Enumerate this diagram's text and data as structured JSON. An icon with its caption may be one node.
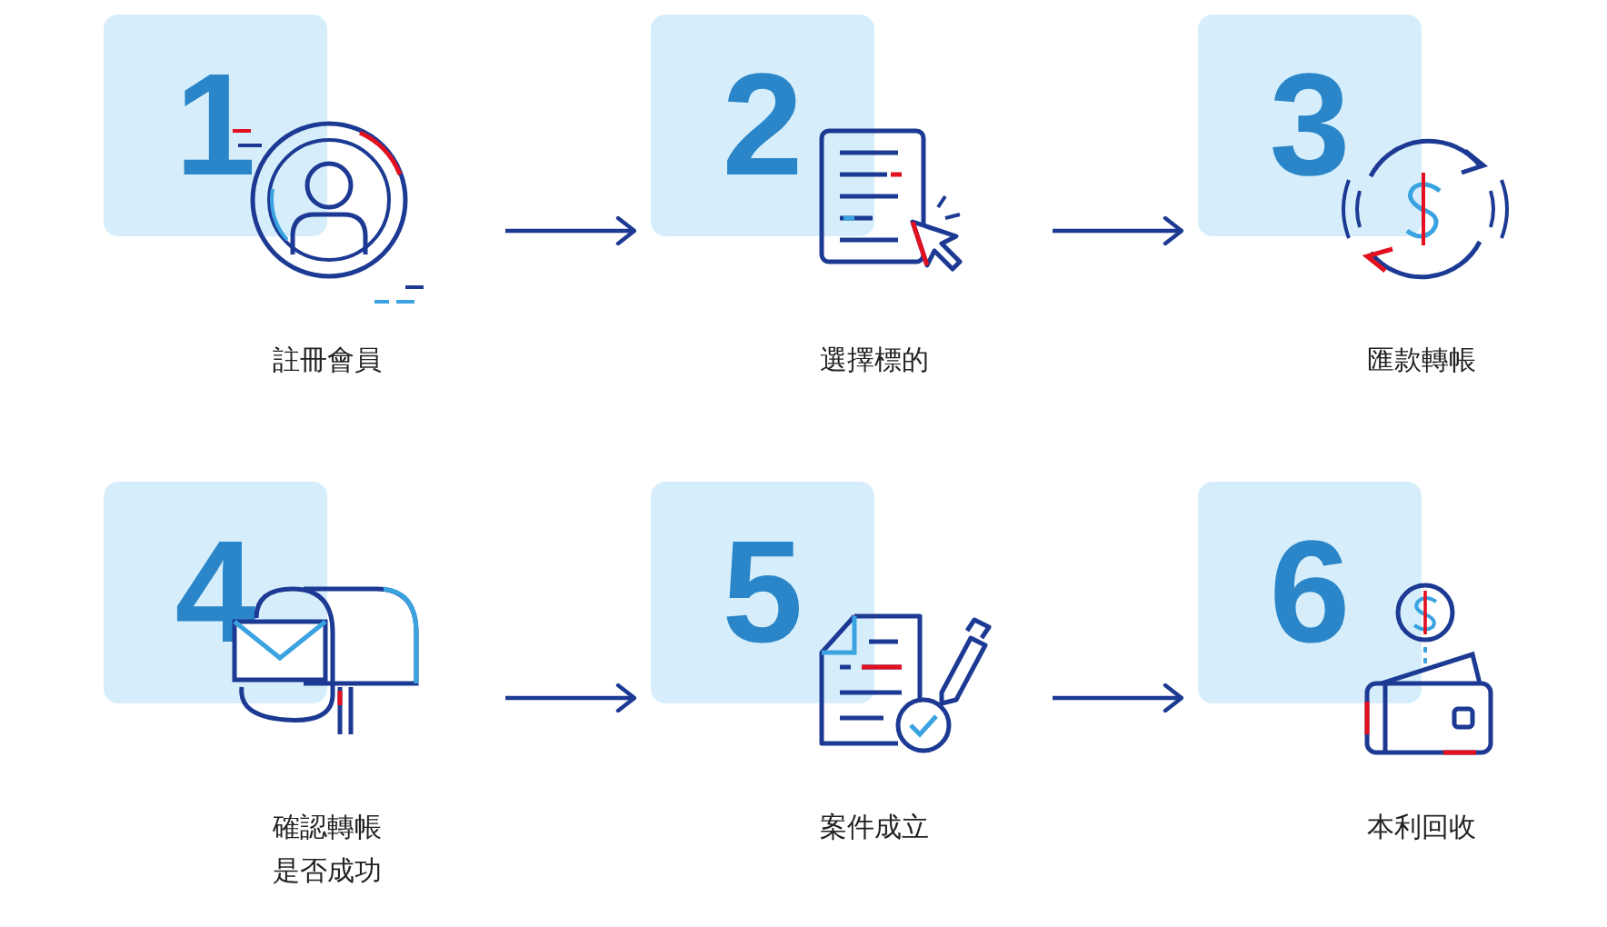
{
  "diagram": {
    "nodes": [
      {
        "text": [
          "1",
          "註冊會員"
        ]
      },
      {
        "text": [
          "2",
          "選擇標的"
        ]
      },
      {
        "text": [
          "3",
          "匯款轉帳"
        ]
      },
      {
        "text": [
          "4",
          "確認轉帳是否成功"
        ]
      },
      {
        "text": [
          "5",
          "案件成立"
        ]
      },
      {
        "text": [
          "6",
          "本利回收"
        ]
      }
    ],
    "edges": [
      {
        "from": 0,
        "to": 1,
        "arrow": "to"
      },
      {
        "from": 1,
        "to": 2,
        "arrow": "to"
      },
      {
        "from": 3,
        "to": 4,
        "arrow": "to"
      },
      {
        "from": 4,
        "to": 5,
        "arrow": "to"
      }
    ]
  }
}
